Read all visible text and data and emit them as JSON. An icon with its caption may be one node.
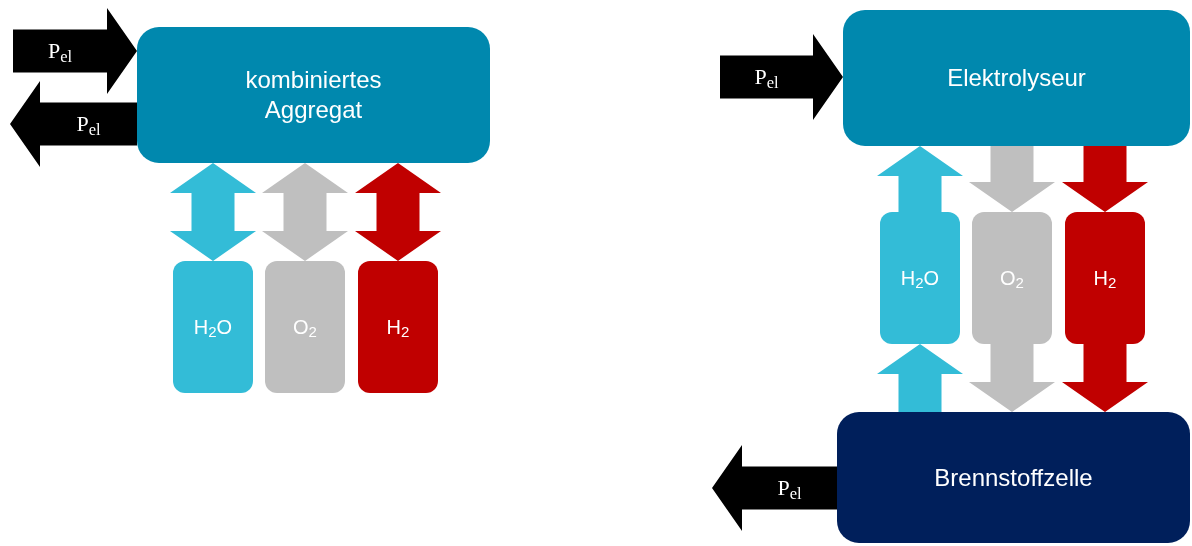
{
  "diagram": {
    "nodes": [
      {
        "text": [
          "kombiniertes Aggregat"
        ]
      },
      {
        "text": [
          "H$_{2}$O"
        ]
      },
      {
        "text": [
          "O$_{2}$"
        ]
      },
      {
        "text": [
          "H$_{2}$"
        ]
      },
      {
        "text": [
          "Elektrolyseur"
        ]
      },
      {
        "text": [
          "H$_{2}$O"
        ]
      },
      {
        "text": [
          "O$_{2}$"
        ]
      },
      {
        "text": [
          "H$_{2}$"
        ]
      },
      {
        "text": [
          "Brennstoffzelle"
        ]
      }
    ],
    "edges": [
      {
        "from": null,
        "to": 0,
        "arrow": "to",
        "label": "P$_{el}$"
      },
      {
        "from": 0,
        "to": null,
        "arrow": "to",
        "label": "P$_{el}$"
      },
      {
        "from": 0,
        "to": 1,
        "arrow": "both",
        "color": "#33bcd7"
      },
      {
        "from": 0,
        "to": 2,
        "arrow": "both",
        "color": "#bfbfbf"
      },
      {
        "from": 0,
        "to": 3,
        "arrow": "both",
        "color": "#c00000"
      },
      {
        "from": null,
        "to": 4,
        "arrow": "to",
        "label": "P$_{el}$"
      },
      {
        "from": 5,
        "to": 4,
        "arrow": "to",
        "color": "#33bcd7"
      },
      {
        "from": 4,
        "to": 6,
        "arrow": "to",
        "color": "#bfbfbf"
      },
      {
        "from": 4,
        "to": 7,
        "arrow": "to",
        "color": "#c00000"
      },
      {
        "from": 8,
        "to": 5,
        "arrow": "to",
        "color": "#33bcd7"
      },
      {
        "from": 6,
        "to": 8,
        "arrow": "to",
        "color": "#bfbfbf"
      },
      {
        "from": 7,
        "to": 8,
        "arrow": "to",
        "color": "#c00000"
      },
      {
        "from": 8,
        "to": null,
        "arrow": "to",
        "label": "P$_{el}$"
      }
    ]
  }
}
